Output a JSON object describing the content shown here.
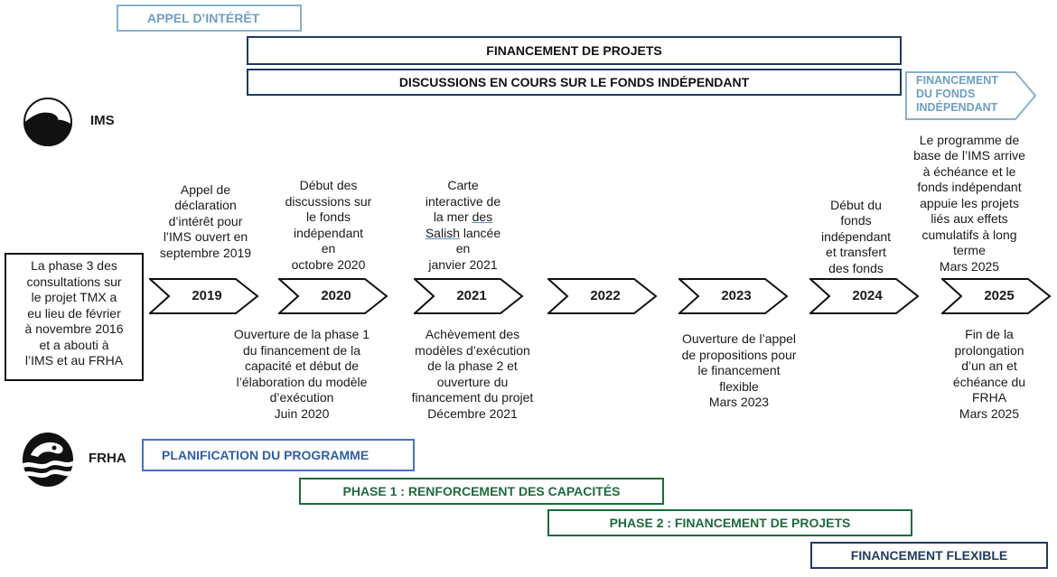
{
  "top_bars": {
    "appel": "APPEL D’INTÉRÊT",
    "financement_projets": "FINANCEMENT DE PROJETS",
    "discussions": "DISCUSSIONS EN COURS SUR LE FONDS INDÉPENDANT",
    "fonds_independant": "FINANCEMENT\nDU FONDS\nINDÉPENDANT"
  },
  "orgs": {
    "ims": "IMS",
    "frha": "FRHA"
  },
  "intro_box": "La phase 3 des\nconsultations sur\nle projet TMX a\neu lieu de février\nà novembre 2016\net a abouti à\nl’IMS et au FRHA",
  "years": [
    "2019",
    "2020",
    "2021",
    "2022",
    "2023",
    "2024",
    "2025"
  ],
  "above": {
    "y2019": "Appel de\ndéclaration\nd’intérêt pour\nl’IMS ouvert en\nseptembre 2019",
    "y2020": "Début des\ndiscussions sur\nle fonds\nindépendant\nen\noctobre 2020",
    "y2021_a": "Carte\ninteractive de\nla mer ",
    "y2021_link": "des\nSalish",
    "y2021_b": " lancée\nen\njanvier 2021",
    "y2024": "Début du\nfonds\nindépendant\net transfert\ndes fonds",
    "y2025": "Le programme de\nbase de l’IMS arrive\nà échéance et le\nfonds indépendant\nappuie les projets\nliés aux effets\ncumulatifs à long\nterme\nMars 2025"
  },
  "below": {
    "y2020": "Ouverture de la phase 1\ndu financement de la\ncapacité et début de\nl’élaboration du modèle\nd’exécution\nJuin 2020",
    "y2021": "Achèvement des\nmodèles d’exécution\nde la phase 2 et\nouverture du\nfinancement du projet\nDécembre 2021",
    "y2023": "Ouverture de l’appel\nde propositions pour\nle financement\nflexible\nMars 2023",
    "y2025": "Fin de la\nprolongation\nd’un an et\néchéance du\nFRHA\nMars 2025"
  },
  "bottom_bars": {
    "planification": "PLANIFICATION DU PROGRAMME",
    "phase1": "PHASE 1 : RENFORCEMENT DES CAPACITÉS",
    "phase2": "PHASE 2 : FINANCEMENT DE PROJETS",
    "flexible": "FINANCEMENT FLEXIBLE"
  },
  "colors": {
    "light_blue": "#8ab0cc",
    "navy": "#1f3a5f",
    "blue": "#4472c4",
    "green": "#1e6b3c",
    "dark": "#111111"
  }
}
